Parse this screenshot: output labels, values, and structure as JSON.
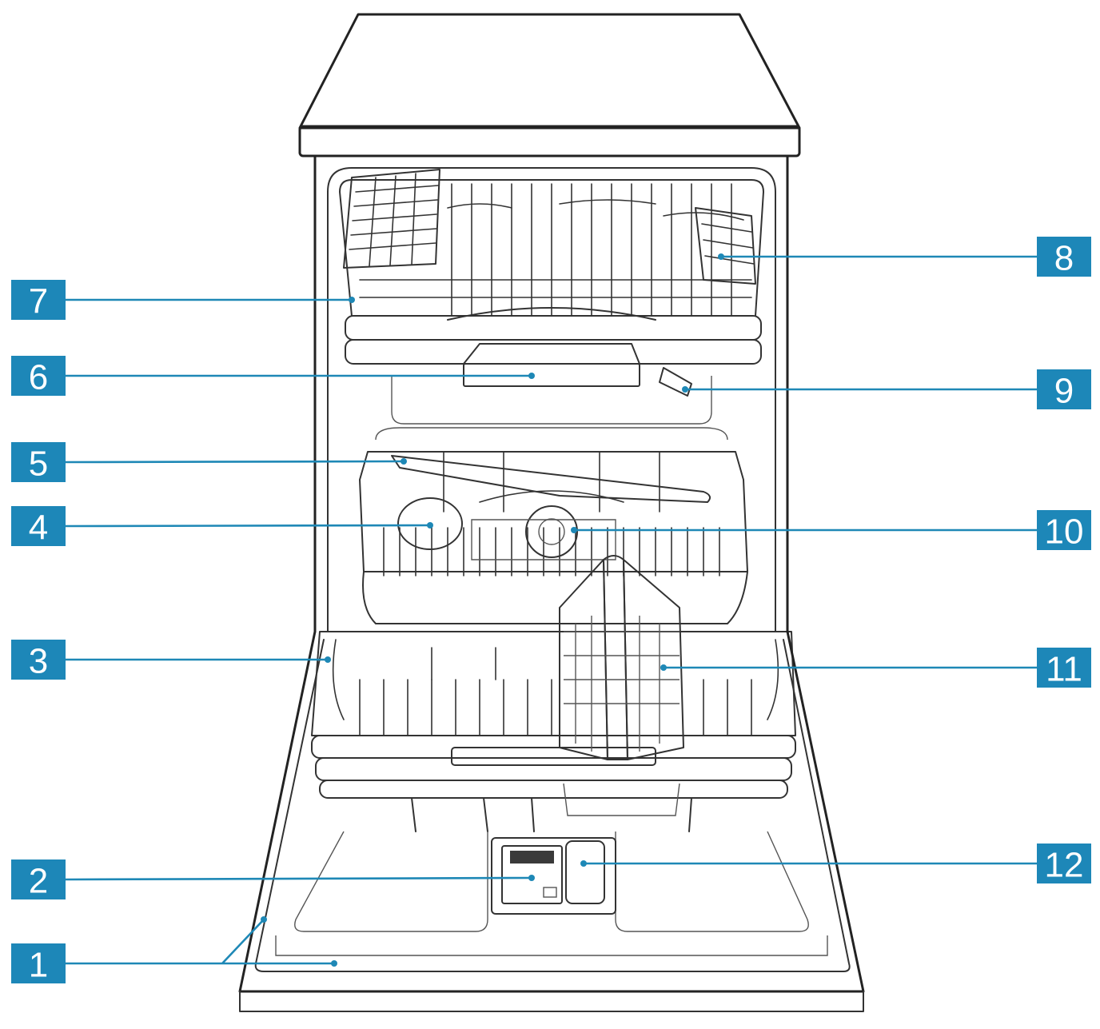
{
  "accent_color": "#1d87b8",
  "labels": [
    {
      "id": "1",
      "side": "left"
    },
    {
      "id": "2",
      "side": "left"
    },
    {
      "id": "3",
      "side": "left"
    },
    {
      "id": "4",
      "side": "left"
    },
    {
      "id": "5",
      "side": "left"
    },
    {
      "id": "6",
      "side": "left"
    },
    {
      "id": "7",
      "side": "left"
    },
    {
      "id": "8",
      "side": "right"
    },
    {
      "id": "9",
      "side": "right"
    },
    {
      "id": "10",
      "side": "right"
    },
    {
      "id": "11",
      "side": "right"
    },
    {
      "id": "12",
      "side": "right"
    }
  ]
}
